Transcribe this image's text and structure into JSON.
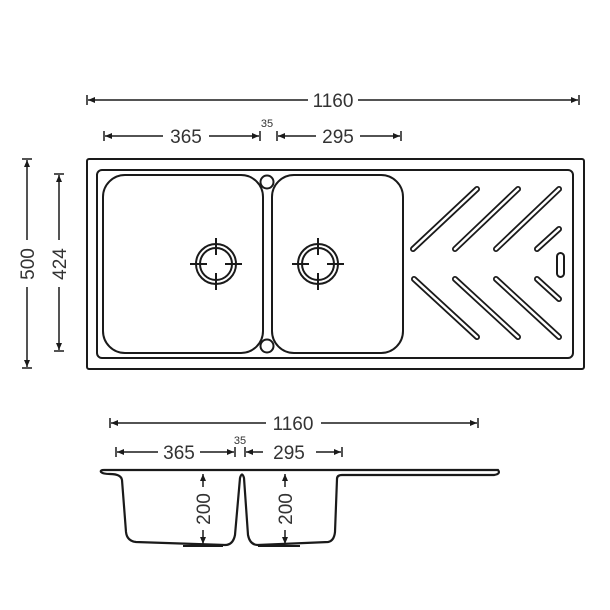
{
  "diagram": {
    "type": "technical-drawing",
    "subject": "double bowl kitchen sink with drainboard",
    "colors": {
      "stroke": "#1a1a1a",
      "text": "#333333",
      "background": "#ffffff"
    },
    "top_view": {
      "overall_width": "1160",
      "bowl1_width": "365",
      "bowl_gap": "35",
      "bowl2_width": "295",
      "overall_depth": "500",
      "inner_depth": "424",
      "drainboard_grooves": 8,
      "drains": 2,
      "tap_holes": 2,
      "overflow_slot": 1
    },
    "side_view": {
      "overall_width": "1160",
      "bowl1_width": "365",
      "bowl_gap": "35",
      "bowl2_width": "295",
      "bowl1_depth": "200",
      "bowl2_depth": "200"
    }
  }
}
